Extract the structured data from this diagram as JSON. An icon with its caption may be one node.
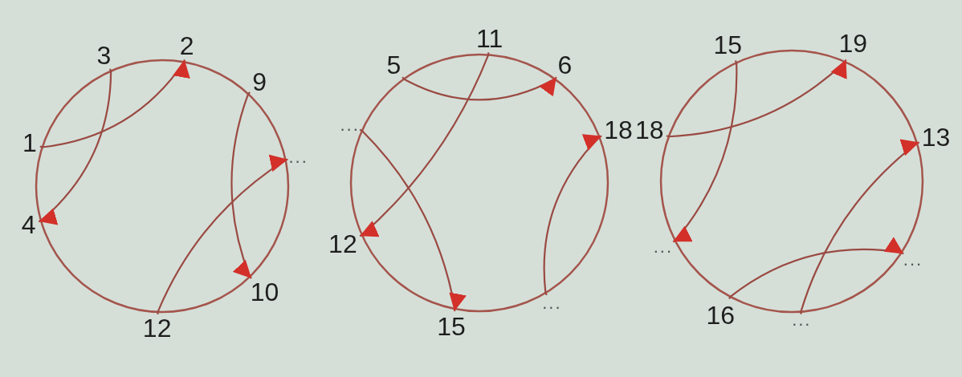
{
  "diagram": {
    "nodes": [
      {
        "text": [
          "3"
        ]
      },
      {
        "text": [
          "2"
        ]
      },
      {
        "text": [
          "9"
        ]
      },
      {
        "text": [
          "1"
        ]
      },
      {
        "text": [
          "..."
        ]
      },
      {
        "text": [
          "4"
        ]
      },
      {
        "text": [
          "10"
        ]
      },
      {
        "text": [
          "12"
        ]
      },
      {
        "text": [
          "5"
        ]
      },
      {
        "text": [
          "11"
        ]
      },
      {
        "text": [
          "6"
        ]
      },
      {
        "text": [
          "..."
        ]
      },
      {
        "text": [
          "18"
        ]
      },
      {
        "text": [
          "12"
        ]
      },
      {
        "text": [
          "15"
        ]
      },
      {
        "text": [
          "..."
        ]
      },
      {
        "text": [
          "15"
        ]
      },
      {
        "text": [
          "19"
        ]
      },
      {
        "text": [
          "18"
        ]
      },
      {
        "text": [
          "13"
        ]
      },
      {
        "text": [
          "..."
        ]
      },
      {
        "text": [
          "..."
        ]
      },
      {
        "text": [
          "16"
        ]
      },
      {
        "text": [
          "..."
        ]
      }
    ],
    "edges": [
      {
        "from": 3,
        "to": 1,
        "arrow": "to"
      },
      {
        "from": 0,
        "to": 5,
        "arrow": "to"
      },
      {
        "from": 2,
        "to": 6,
        "arrow": "to"
      },
      {
        "from": 7,
        "to": 4,
        "arrow": "to"
      },
      {
        "from": 8,
        "to": 10,
        "arrow": "to"
      },
      {
        "from": 9,
        "to": 13,
        "arrow": "to"
      },
      {
        "from": 11,
        "to": 14,
        "arrow": "to"
      },
      {
        "from": 15,
        "to": 12,
        "arrow": "to"
      },
      {
        "from": 18,
        "to": 17,
        "arrow": "to"
      },
      {
        "from": 16,
        "to": 21,
        "arrow": "to"
      },
      {
        "from": 22,
        "to": 20,
        "arrow": "to"
      },
      {
        "from": 23,
        "to": 19,
        "arrow": "to"
      }
    ]
  }
}
